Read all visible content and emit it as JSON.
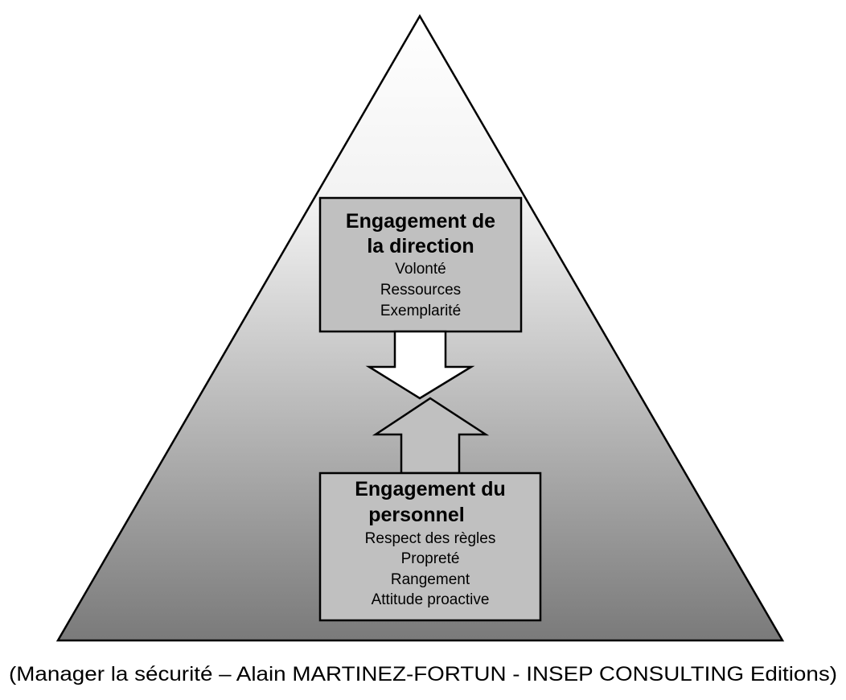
{
  "diagram": {
    "top_box": {
      "title_lines": [
        "Engagement de",
        "la direction"
      ],
      "items": [
        "Volonté",
        "Ressources",
        "Exemplarité"
      ]
    },
    "bottom_box": {
      "title_lines": [
        "Engagement du",
        "personnel"
      ],
      "items": [
        "Respect des règles",
        "Propreté",
        "Rangement",
        "Attitude proactive"
      ]
    },
    "caption": "(Manager la sécurité – Alain MARTINEZ-FORTUN - INSEP CONSULTING Editions)"
  },
  "colors": {
    "pyramid_gradient_top": "#ffffff",
    "pyramid_gradient_bottom": "#7a7a7a",
    "box_fill": "#c0c0c0",
    "arrow_fill": "#ffffff",
    "stroke": "#000000"
  }
}
